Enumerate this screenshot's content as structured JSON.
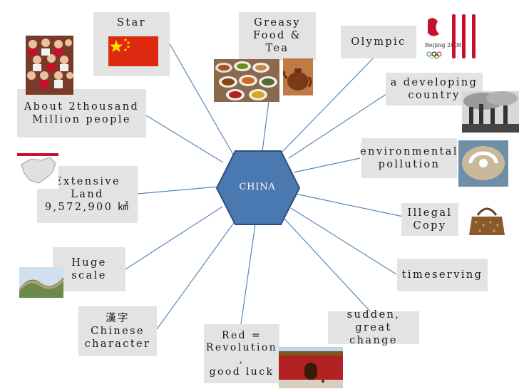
{
  "center": {
    "label": "CHINA"
  },
  "nodes": [
    {
      "id": "star",
      "text": "Star"
    },
    {
      "id": "greasy-food",
      "text": "Greasy\nFood &\nTea"
    },
    {
      "id": "olympic",
      "text": "Olympic"
    },
    {
      "id": "developing",
      "text": "a developing\ncountry"
    },
    {
      "id": "environment",
      "text": "environmental\npollution"
    },
    {
      "id": "illegal-copy",
      "text": "Illegal\nCopy"
    },
    {
      "id": "timeserving",
      "text": "timeserving"
    },
    {
      "id": "sudden-change",
      "text": "sudden,\ngreat change"
    },
    {
      "id": "red-revolution",
      "text": "Red =\nRevolution\n,\ngood luck"
    },
    {
      "id": "chinese-char",
      "text": "漢字\nChinese\ncharacter"
    },
    {
      "id": "huge-scale",
      "text": "Huge\nscale"
    },
    {
      "id": "extensive-land",
      "text": "Extensive\nLand\n9,572,900 ㎢"
    },
    {
      "id": "population",
      "text": "About 2thousand\nMillion people"
    }
  ],
  "colors": {
    "hexagon_fill": "#4a78b0",
    "hexagon_stroke": "#2c4f80",
    "connector": "#5b86b8",
    "label_bg": "#e3e3e3",
    "flag_red": "#de2910",
    "flag_star": "#ffde00"
  },
  "images": {
    "flag": "china-flag",
    "food": "chinese-dishes",
    "teapot": "clay-teapot",
    "olympic": "beijing-2008-logo",
    "factory": "smokestack-factory",
    "storm": "pollution-storm-satellite",
    "handbag": "counterfeit-handbag",
    "gate": "forbidden-city-red-gate",
    "wall": "great-wall",
    "map": "china-map",
    "crowd": "crowd-of-people"
  }
}
